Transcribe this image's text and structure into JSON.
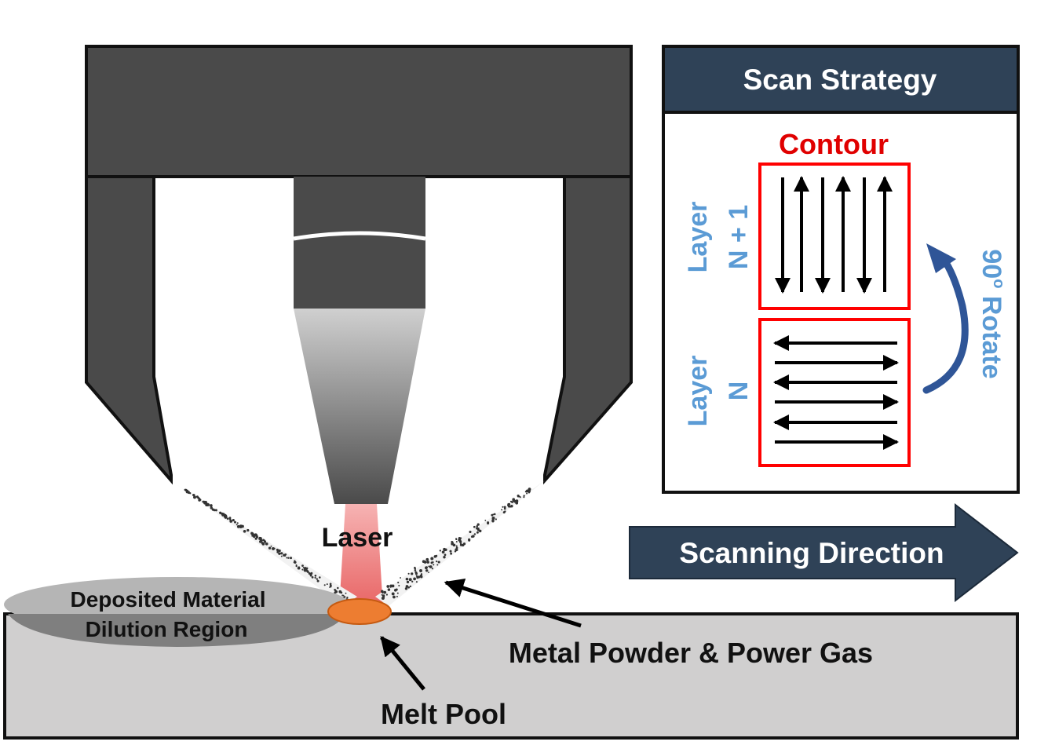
{
  "labels": {
    "laser": "Laser",
    "deposited_material": "Deposited Material",
    "dilution_region": "Dilution Region",
    "metal_powder": "Metal Powder & Power Gas",
    "melt_pool": "Melt Pool",
    "scanning_direction": "Scanning Direction"
  },
  "scan_strategy": {
    "title": "Scan Strategy",
    "contour": "Contour",
    "layer_top_line1": "Layer",
    "layer_top_line2": "N + 1",
    "layer_bottom_line1": "Layer",
    "layer_bottom_line2": "N",
    "rotate_number": "90",
    "rotate_degree": "o",
    "rotate_word": "Rotate"
  },
  "colors": {
    "nozzle": "#4a4a4a",
    "substrate": "#d0cfcf",
    "deposit": "#b5b5b5",
    "dilution": "#7f7f7f",
    "melt_pool": "#ed7d31",
    "laser_beam": "#f4a0a0",
    "panel_header": "#2f4257",
    "contour": "#ff0000",
    "layer_text": "#5b9bd5",
    "arrow_blue": "#2f5597"
  }
}
